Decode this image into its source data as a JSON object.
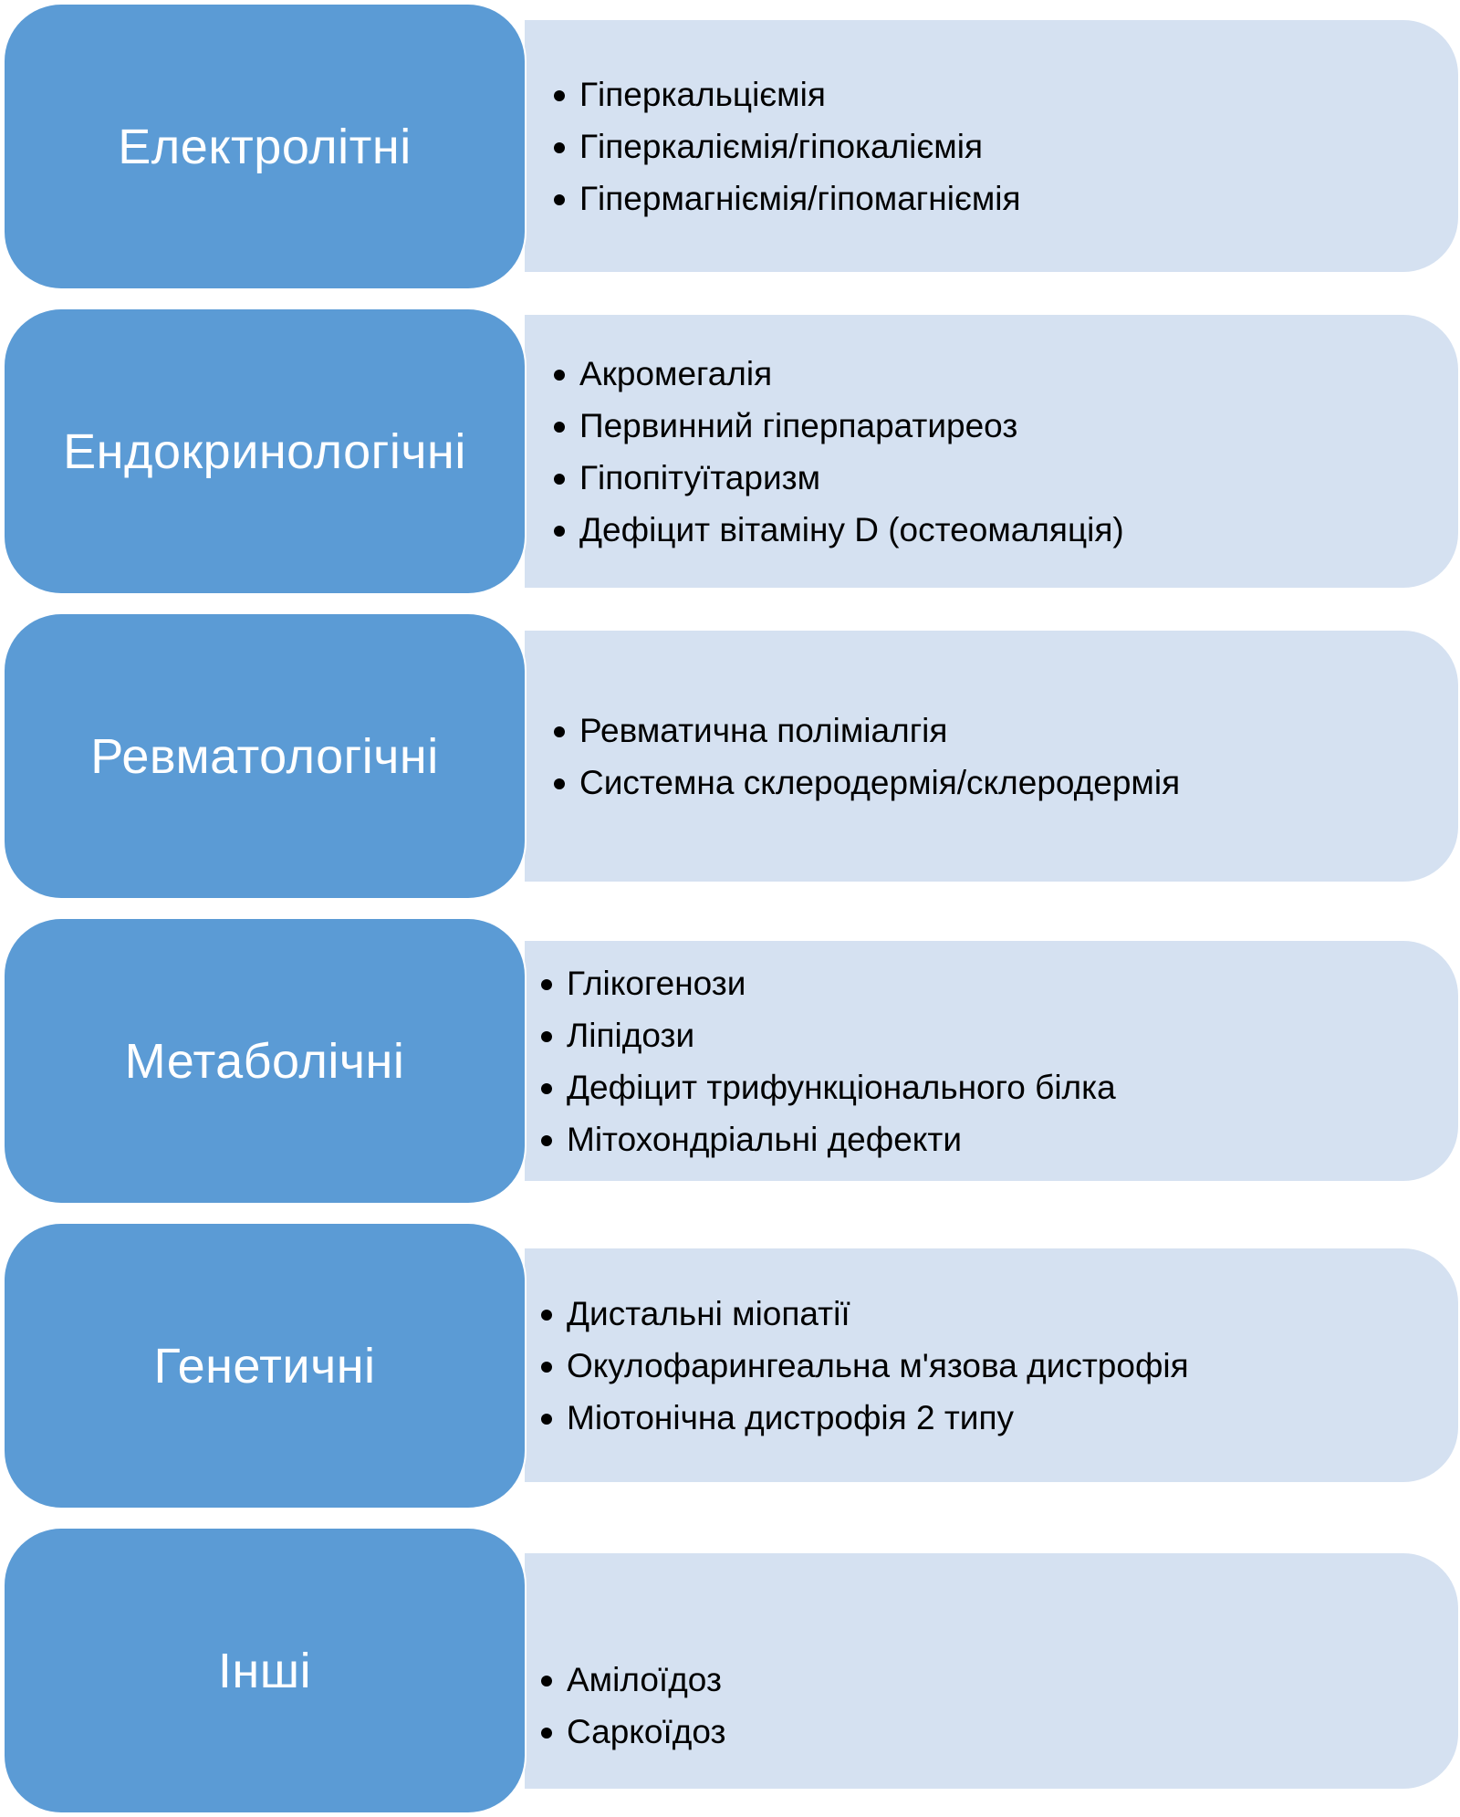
{
  "rows": [
    {
      "category": "Електролітні",
      "items": [
        "Гіперкальціємія",
        "Гіперкаліємія/гіпокаліємія",
        "Гіпермагніємія/гіпомагніємія"
      ]
    },
    {
      "category": "Ендокринологічні",
      "items": [
        "Акромегалія",
        "Первинний гіперпаратиреоз",
        "Гіпопітуїтаризм",
        "Дефіцит вітаміну D (остеомаляція)"
      ]
    },
    {
      "category": "Ревматологічні",
      "items": [
        "Ревматична поліміалгія",
        "Системна склеродермія/склеродермія"
      ]
    },
    {
      "category": "Метаболічні",
      "items": [
        "Глікогенози",
        "Ліпідози",
        "Дефіцит трифункціонального білка",
        "Мітохондріальні дефекти"
      ]
    },
    {
      "category": "Генетичні",
      "items": [
        "Дистальні міопатії",
        "Окулофарингеальна м'язова дистрофія",
        "Міотонічна дистрофія 2 типу"
      ]
    },
    {
      "category": "Інші",
      "items": [
        "Амілоїдоз",
        "Саркоїдоз"
      ]
    }
  ],
  "colors": {
    "category_fill": "#5b9bd5",
    "list_fill": "#d5e1f1"
  }
}
